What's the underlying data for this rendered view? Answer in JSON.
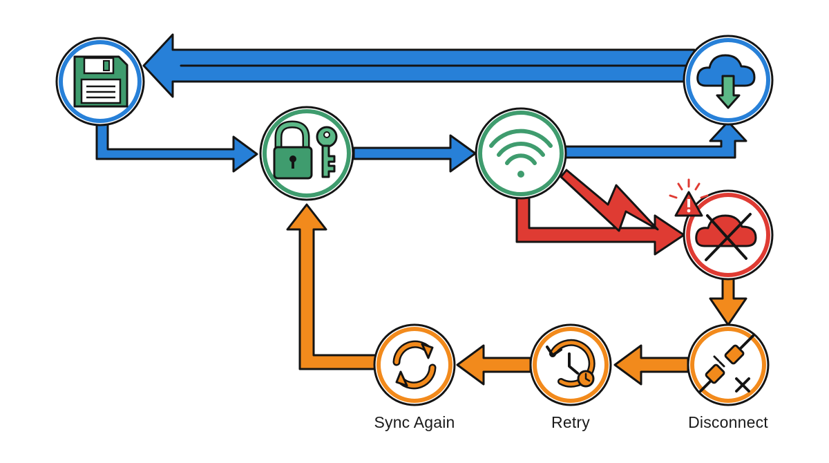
{
  "colors": {
    "blue": "#2780d8",
    "red": "#df3b33",
    "orange": "#f28a1c",
    "green": "#3f9c6e",
    "green_light": "#5cb887",
    "outline": "#141414"
  },
  "nodes": [
    {
      "id": "save",
      "icon": "floppy-disk-icon",
      "ring": "blue"
    },
    {
      "id": "secure",
      "icon": "lock-and-key-icon",
      "ring": "green"
    },
    {
      "id": "network",
      "icon": "wifi-icon",
      "ring": "green"
    },
    {
      "id": "cloud",
      "icon": "cloud-download-icon",
      "ring": "blue"
    },
    {
      "id": "error",
      "icon": "cloud-error-icon",
      "ring": "red"
    },
    {
      "id": "disconnect",
      "icon": "unplugged-icon",
      "ring": "orange",
      "label": "Disconnect"
    },
    {
      "id": "retry",
      "icon": "history-clock-icon",
      "ring": "orange",
      "label": "Retry"
    },
    {
      "id": "sync",
      "icon": "sync-arrows-icon",
      "ring": "orange",
      "label": "Sync Again"
    }
  ],
  "flows": [
    {
      "from": "cloud",
      "to": "save",
      "color": "blue"
    },
    {
      "from": "save",
      "to": "secure",
      "color": "blue"
    },
    {
      "from": "secure",
      "to": "network",
      "color": "blue"
    },
    {
      "from": "network",
      "to": "cloud",
      "color": "blue"
    },
    {
      "from": "network",
      "to": "error",
      "color": "red"
    },
    {
      "from": "error",
      "to": "disconnect",
      "color": "orange"
    },
    {
      "from": "disconnect",
      "to": "retry",
      "color": "orange"
    },
    {
      "from": "retry",
      "to": "sync",
      "color": "orange"
    },
    {
      "from": "sync",
      "to": "secure",
      "color": "orange"
    }
  ]
}
